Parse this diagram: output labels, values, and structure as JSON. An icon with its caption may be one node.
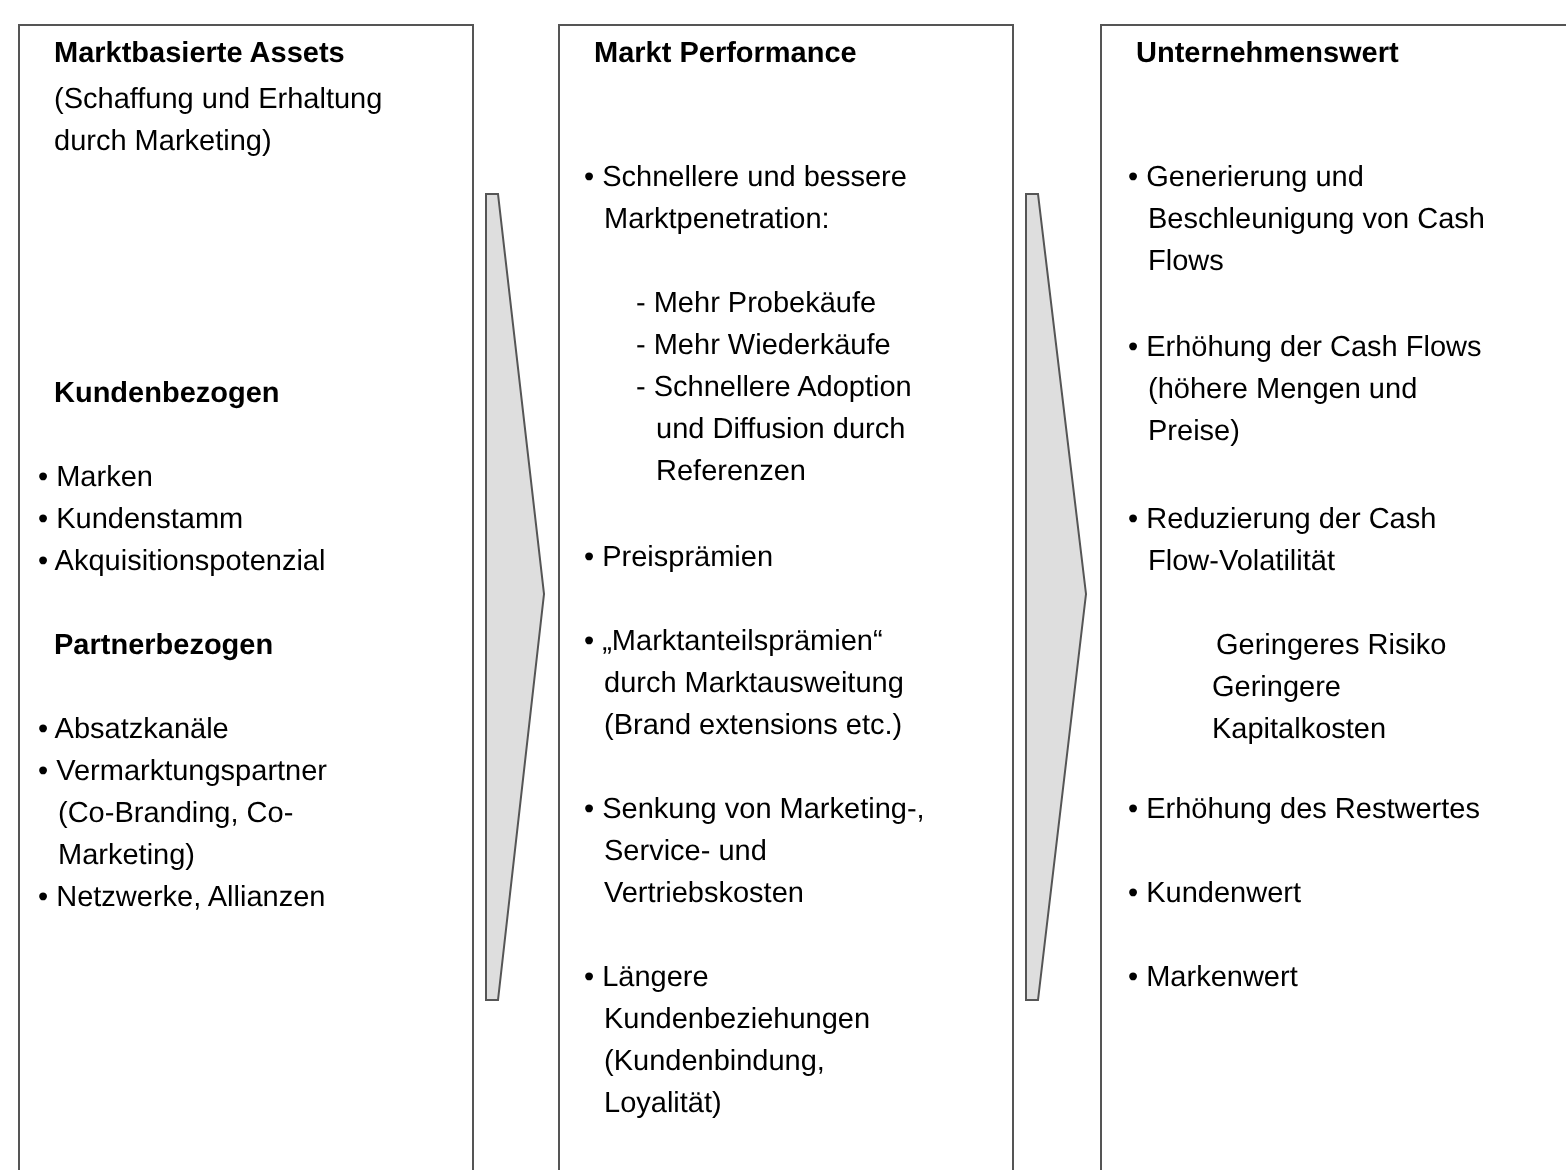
{
  "diagram": {
    "nodes": [
      {
        "text": [
          "Marktbasierte Assets",
          "(Schaffung und Erhaltung durch Marketing)",
          "Kundenbezogen",
          "• Marken",
          "• Kundenstamm",
          "• Akquisitionspotenzial",
          "Partnerbezogen",
          "• Absatzkanäle",
          "• Vermarktungspartner (Co-Branding, Co-Marketing)",
          "• Netzwerke, Allianzen"
        ]
      },
      {
        "text": [
          "Markt Performance",
          "• Schnellere und bessere Marktpenetration:",
          "- Mehr Probekäufe",
          "- Mehr Wiederkäufe",
          "- Schnellere Adoption und Diffusion durch Referenzen",
          "• Preisprämien",
          "• „Marktanteilsprämien“ durch Marktausweitung (Brand extensions etc.)",
          "• Senkung von Marketing-, Service- und Vertriebskosten",
          "• Längere Kundenbeziehungen (Kundenbindung, Loyalität)"
        ]
      },
      {
        "text": [
          "Unternehmenswert",
          "• Generierung und Beschleunigung von Cash Flows",
          "• Erhöhung der Cash Flows (höhere Mengen und Preise)",
          "• Reduzierung der Cash Flow-Volatilität",
          "Geringeres Risiko",
          "Geringere Kapitalkosten",
          "• Erhöhung des Restwertes",
          "• Kundenwert",
          "• Markenwert"
        ]
      }
    ],
    "edges": [
      {
        "from": 0,
        "to": 1,
        "arrow": "to"
      },
      {
        "from": 1,
        "to": 2,
        "arrow": "to"
      }
    ]
  }
}
